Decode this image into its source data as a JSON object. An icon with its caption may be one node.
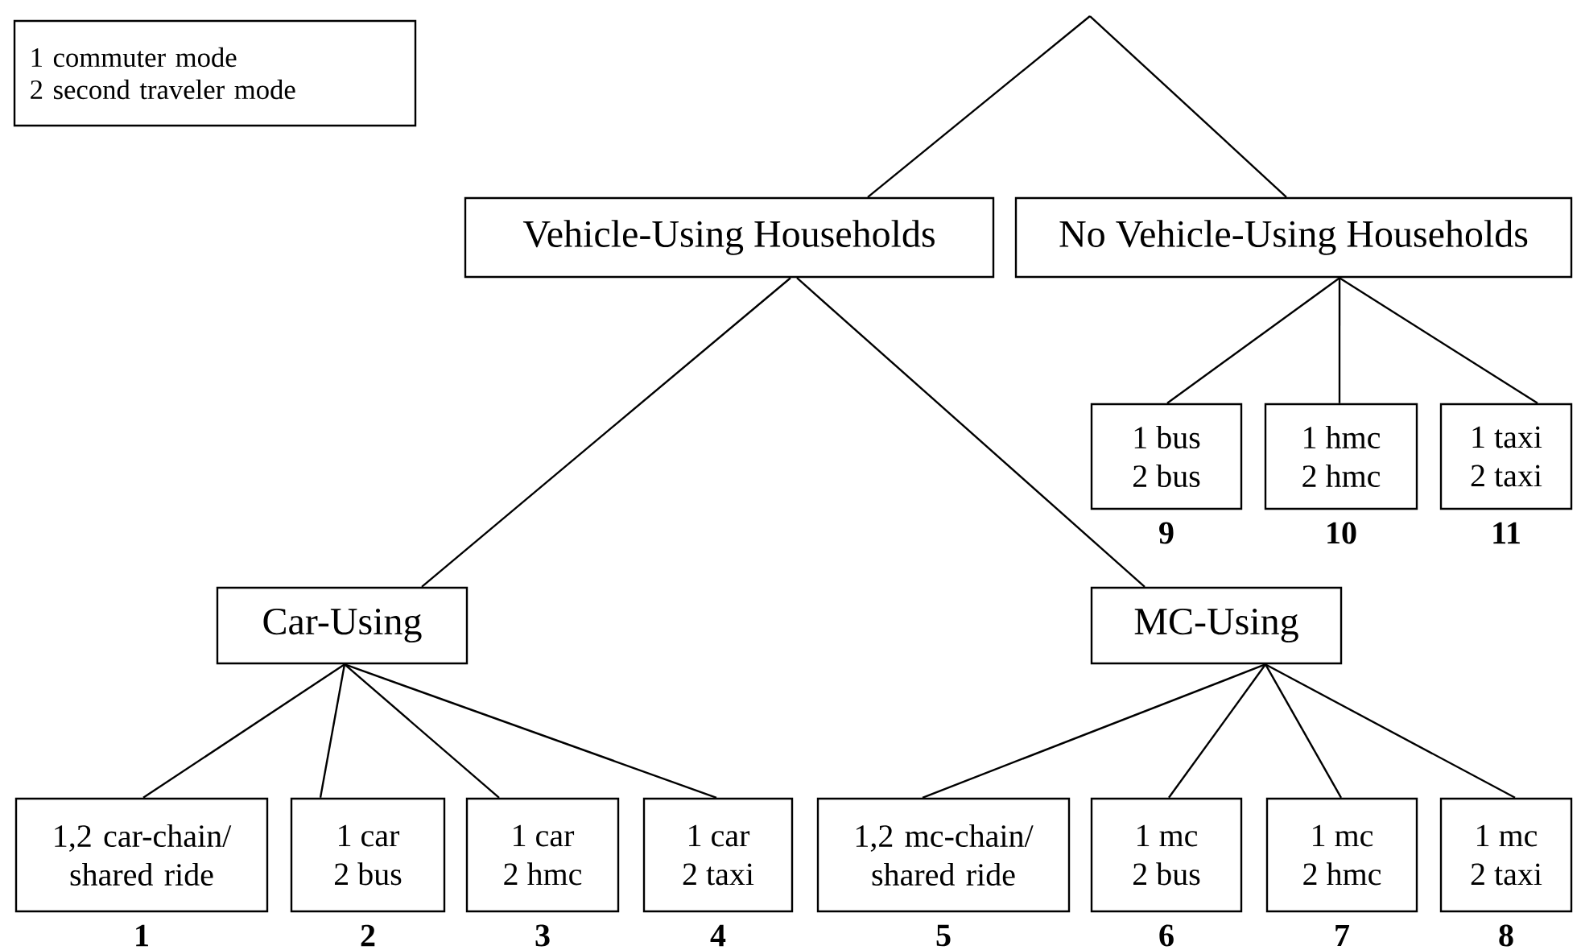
{
  "diagram": {
    "nodes": [
      {
        "text": [
          "1 commuter mode",
          "2 second traveler mode"
        ]
      },
      {
        "text": [
          "Vehicle-Using Households"
        ]
      },
      {
        "text": [
          "No Vehicle-Using Households"
        ]
      },
      {
        "text": [
          "1 bus",
          "2 bus"
        ],
        "beside": [
          "9"
        ]
      },
      {
        "text": [
          "1 hmc",
          "2 hmc"
        ],
        "beside": [
          "10"
        ]
      },
      {
        "text": [
          "1 taxi",
          "2 taxi"
        ],
        "beside": [
          "11"
        ]
      },
      {
        "text": [
          "Car-Using"
        ]
      },
      {
        "text": [
          "MC-Using"
        ]
      },
      {
        "text": [
          "1,2 car-chain/ shared ride"
        ],
        "beside": [
          "1"
        ]
      },
      {
        "text": [
          "1 car",
          "2 bus"
        ],
        "beside": [
          "2"
        ]
      },
      {
        "text": [
          "1 car",
          "2 hmc"
        ],
        "beside": [
          "3"
        ]
      },
      {
        "text": [
          "1 car",
          "2 taxi"
        ],
        "beside": [
          "4"
        ]
      },
      {
        "text": [
          "1,2 mc-chain/ shared ride"
        ],
        "beside": [
          "5"
        ]
      },
      {
        "text": [
          "1 mc",
          "2 bus"
        ],
        "beside": [
          "6"
        ]
      },
      {
        "text": [
          "1 mc",
          "2 hmc"
        ],
        "beside": [
          "7"
        ]
      },
      {
        "text": [
          "1 mc",
          "2 taxi"
        ],
        "beside": [
          "8"
        ]
      }
    ],
    "edges": [
      {
        "from": null,
        "to": 1,
        "arrow": "none"
      },
      {
        "from": null,
        "to": 2,
        "arrow": "none"
      },
      {
        "from": 1,
        "to": 6,
        "arrow": "none"
      },
      {
        "from": 1,
        "to": 7,
        "arrow": "none"
      },
      {
        "from": 2,
        "to": 3,
        "arrow": "none"
      },
      {
        "from": 2,
        "to": 4,
        "arrow": "none"
      },
      {
        "from": 2,
        "to": 5,
        "arrow": "none"
      },
      {
        "from": 6,
        "to": 8,
        "arrow": "none"
      },
      {
        "from": 6,
        "to": 9,
        "arrow": "none"
      },
      {
        "from": 6,
        "to": 10,
        "arrow": "none"
      },
      {
        "from": 6,
        "to": 11,
        "arrow": "none"
      },
      {
        "from": 7,
        "to": 12,
        "arrow": "none"
      },
      {
        "from": 7,
        "to": 13,
        "arrow": "none"
      },
      {
        "from": 7,
        "to": 14,
        "arrow": "none"
      },
      {
        "from": 7,
        "to": 15,
        "arrow": "none"
      }
    ]
  }
}
